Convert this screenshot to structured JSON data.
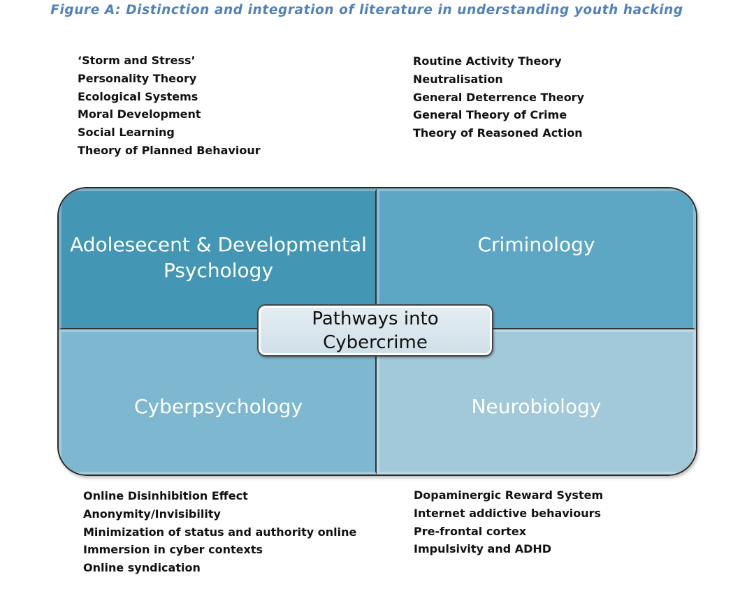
{
  "title": "Figure A: Distinction and integration of literature in understanding youth hacking",
  "lists": {
    "top_left": [
      "‘Storm and Stress’",
      "Personality Theory",
      "Ecological Systems",
      "Moral Development",
      "Social Learning",
      "Theory of Planned Behaviour"
    ],
    "top_right": [
      "Routine Activity Theory",
      "Neutralisation",
      "General Deterrence Theory",
      "General Theory of Crime",
      "Theory of Reasoned Action"
    ],
    "bottom_left": [
      "Online Disinhibition Effect",
      "Anonymity/Invisibility",
      "Minimization of status and authority online",
      "Immersion in cyber contexts",
      "Online syndication"
    ],
    "bottom_right": [
      "Dopaminergic Reward System",
      "Internet addictive behaviours",
      "Pre-frontal cortex",
      "Impulsivity and ADHD"
    ]
  },
  "quadrants": {
    "top_left": {
      "line1": "Adolesecent & Developmental",
      "line2": "Psychology",
      "color": "#4497b4"
    },
    "top_right": {
      "line1": "Criminology",
      "color": "#5ea7c4"
    },
    "bottom_left": {
      "line1": "Cyberpsychology",
      "color": "#7eb8d0"
    },
    "bottom_right": {
      "line1": "Neurobiology",
      "color": "#a2c9da"
    }
  },
  "center": {
    "line1": "Pathways into",
    "line2": "Cybercrime"
  },
  "colors": {
    "title": "#4F81BD",
    "text": "#111111"
  }
}
